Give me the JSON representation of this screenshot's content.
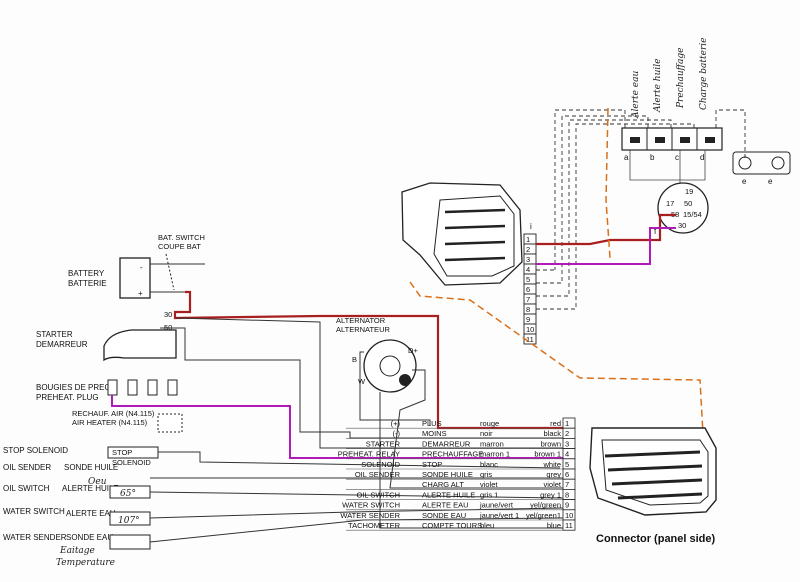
{
  "colors": {
    "red_wire": "#a81f1f",
    "purple_wire": "#b01ab8",
    "orange_link": "#d9701a",
    "black_wire": "#333333"
  },
  "battery": {
    "label_en": "BATTERY",
    "label_fr": "BATTERIE",
    "minus": "-",
    "plus": "+"
  },
  "bat_switch": {
    "label_en": "BAT. SWITCH",
    "label_fr": "COUPE BAT"
  },
  "starter": {
    "label_en": "STARTER",
    "label_fr": "DEMARREUR",
    "t30": "30",
    "t50": "50"
  },
  "alternator": {
    "label_en": "ALTERNATOR",
    "label_fr": "ALTERNATEUR",
    "b": "B",
    "w": "W",
    "dplus": "D+"
  },
  "glow": {
    "label_fr": "BOUGIES DE PRECH.",
    "label_en": "PREHEAT. PLUG"
  },
  "air_heater": {
    "label_fr": "RECHAUF. AIR (N4.115)",
    "label_en": "AIR HEATER (N4.115)"
  },
  "left_items": {
    "stop_solenoid": "STOP SOLENOID",
    "stop_box": "STOP",
    "solenoid_box": "SOLENOID",
    "oil_sender": "OIL SENDER",
    "sonde_huile": "SONDE HUILE",
    "oil_hand": "Oeu",
    "oil_switch": "OIL SWITCH",
    "alerte_huile": "ALERTE HUILE",
    "oil_switch_val": "65°",
    "water_switch": "WATER SWITCH",
    "alerte_eau": "ALERTE EAU",
    "water_switch_val": "107°",
    "water_sender": "WATER SENDER",
    "sonde_eau": "SONDE EAU",
    "water_hand1": "Eaitage",
    "water_hand2": "Temperature"
  },
  "wire_table": [
    {
      "en": "(+)",
      "fr": "PLUS",
      "fr_color": "rouge",
      "en_color": "red",
      "pin": "1"
    },
    {
      "en": "(-)",
      "fr": "MOINS",
      "fr_color": "noir",
      "en_color": "black",
      "pin": "2"
    },
    {
      "en": "STARTER",
      "fr": "DEMARREUR",
      "fr_color": "marron",
      "en_color": "brown",
      "pin": "3"
    },
    {
      "en": "PREHEAT. RELAY",
      "fr": "PRECHAUFFAGE",
      "fr_color": "marron 1",
      "en_color": "brown 1",
      "pin": "4"
    },
    {
      "en": "SOLENOID",
      "fr": "STOP",
      "fr_color": "blanc",
      "en_color": "white",
      "pin": "5"
    },
    {
      "en": "OIL SENDER",
      "fr": "SONDE HUILE",
      "fr_color": "gris",
      "en_color": "grey",
      "pin": "6"
    },
    {
      "en": "",
      "fr": "CHARG ALT",
      "fr_color": "violet",
      "en_color": "violet",
      "pin": "7"
    },
    {
      "en": "OIL SWITCH",
      "fr": "ALERTE HUILE",
      "fr_color": "gris 1",
      "en_color": "grey 1",
      "pin": "8"
    },
    {
      "en": "WATER SWITCH",
      "fr": "ALERTE EAU",
      "fr_color": "jaune/vert",
      "en_color": "yel/green",
      "pin": "9"
    },
    {
      "en": "WATER SENDER",
      "fr": "SONDE EAU",
      "fr_color": "jaune/vert 1",
      "en_color": "yel/green1",
      "pin": "10"
    },
    {
      "en": "TACHOMETER",
      "fr": "COMPTE TOURS",
      "fr_color": "bleu",
      "en_color": "blue",
      "pin": "11"
    }
  ],
  "connector": {
    "caption": "Connector (panel side)"
  },
  "strip_pins": [
    "1",
    "2",
    "3",
    "4",
    "5",
    "6",
    "7",
    "8",
    "9",
    "10",
    "11"
  ],
  "strip_top": "i",
  "panel": {
    "hand_labels": [
      "Alerte eau",
      "Alerte huile",
      "Prechauffage",
      "Charge batterie"
    ],
    "lamps": [
      "a",
      "b",
      "c",
      "d"
    ],
    "ee": [
      "e",
      "e"
    ],
    "key_pins": {
      "p19": "19",
      "p17": "17",
      "p30": "30",
      "p50": "50",
      "p15": "15/54",
      "p58": "58"
    },
    "f": "f"
  }
}
